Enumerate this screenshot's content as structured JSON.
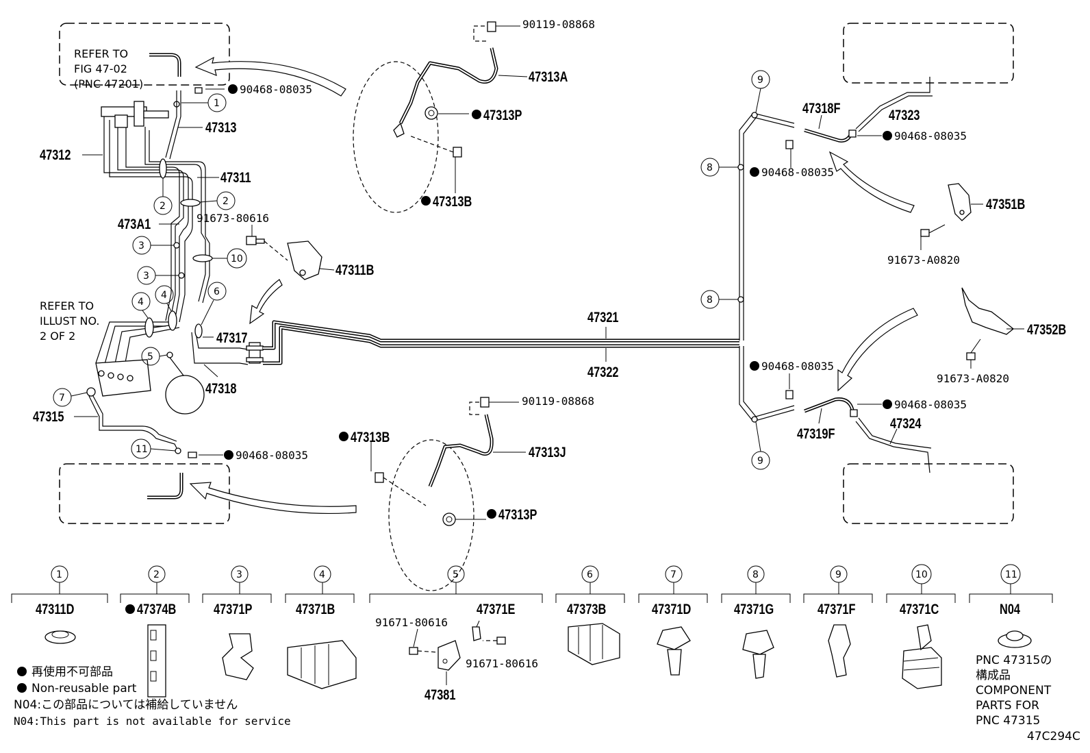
{
  "figure_code": "47C294C",
  "refer_boxes": {
    "top_left": [
      "REFER TO",
      "FIG 47-02",
      "(PNC 47201)"
    ],
    "left_middle": [
      "REFER TO",
      "ILLUST NO.",
      "2 OF 2"
    ]
  },
  "part_labels": {
    "p_90119_08868_top": "90119-08868",
    "p_47313A": "47313A",
    "p_47313P_top": "47313P",
    "p_47313B_top": "47313B",
    "p_90468_08035_tl": "90468-08035",
    "p_47313": "47313",
    "p_47312": "47312",
    "p_47311": "47311",
    "p_473A1": "473A1",
    "p_91673_80616": "91673-80616",
    "p_47311B": "47311B",
    "p_47317": "47317",
    "p_47318": "47318",
    "p_47315": "47315",
    "p_90468_08035_bl": "90468-08035",
    "p_47321": "47321",
    "p_47322": "47322",
    "p_90119_08868_bot": "90119-08868",
    "p_47313B_bot": "47313B",
    "p_47313J": "47313J",
    "p_47313P_bot": "47313P",
    "p_47318F": "47318F",
    "p_47323": "47323",
    "p_90468_08035_r1": "90468-08035",
    "p_90468_08035_r2": "90468-08035",
    "p_47351B": "47351B",
    "p_91673_A0820_1": "91673-A0820",
    "p_47352B": "47352B",
    "p_91673_A0820_2": "91673-A0820",
    "p_90468_08035_r3": "90468-08035",
    "p_90468_08035_r4": "90468-08035",
    "p_47319F": "47319F",
    "p_47324": "47324"
  },
  "callouts": [
    "1",
    "2",
    "3",
    "4",
    "5",
    "6",
    "7",
    "8",
    "9",
    "10",
    "11"
  ],
  "legend_items": [
    {
      "num": "1",
      "part": "47311D",
      "nonreusable": false
    },
    {
      "num": "2",
      "part": "47374B",
      "nonreusable": true
    },
    {
      "num": "3",
      "part": "47371P",
      "nonreusable": false
    },
    {
      "num": "4",
      "part": "47371B",
      "nonreusable": false
    },
    {
      "num": "5",
      "part": "47371E",
      "nonreusable": false
    },
    {
      "num": "6",
      "part": "47373B",
      "nonreusable": false
    },
    {
      "num": "7",
      "part": "47371D",
      "nonreusable": false
    },
    {
      "num": "8",
      "part": "47371G",
      "nonreusable": false
    },
    {
      "num": "9",
      "part": "47371F",
      "nonreusable": false
    },
    {
      "num": "10",
      "part": "47371C",
      "nonreusable": false
    },
    {
      "num": "11",
      "part": "N04",
      "nonreusable": false
    }
  ],
  "legend5_sub": {
    "left": "91671-80616",
    "right": "91671-80616",
    "bottom": "47381"
  },
  "notes": {
    "nonreusable_jp": "再使用不可部品",
    "nonreusable_en": "Non-reusable part",
    "n04_jp": "N04:この部品については補給していません",
    "n04_en": "N04:This part is not available for service",
    "pnc_note": [
      "PNC 47315の",
      "構成品",
      "COMPONENT",
      "PARTS FOR",
      "PNC 47315"
    ]
  }
}
